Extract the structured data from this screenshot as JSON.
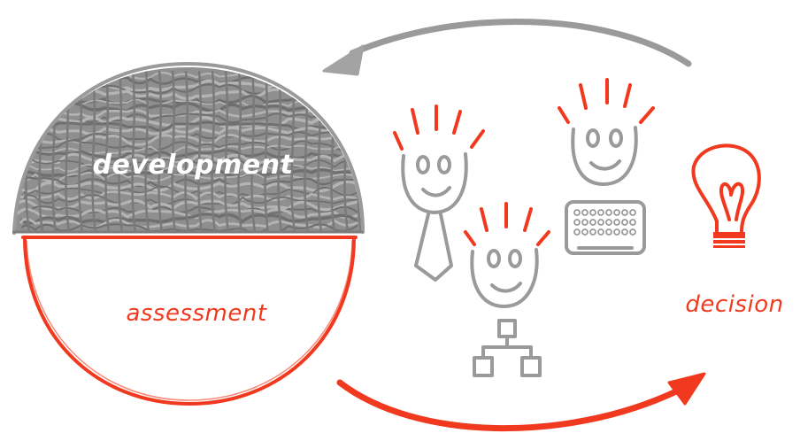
{
  "colors": {
    "gray": "#8f8f8f",
    "gray_light": "#a3a3a3",
    "red": "#f0391e",
    "background": "#ffffff"
  },
  "labels": {
    "development": "development",
    "assessment": "assessment",
    "decision": "decision"
  },
  "icons": [
    "hatched-dome-icon",
    "bowl-icon",
    "person-with-tie-icon",
    "person-with-flowchart-icon",
    "person-with-keyboard-icon",
    "light-bulb-icon",
    "curved-arrow-icon"
  ]
}
